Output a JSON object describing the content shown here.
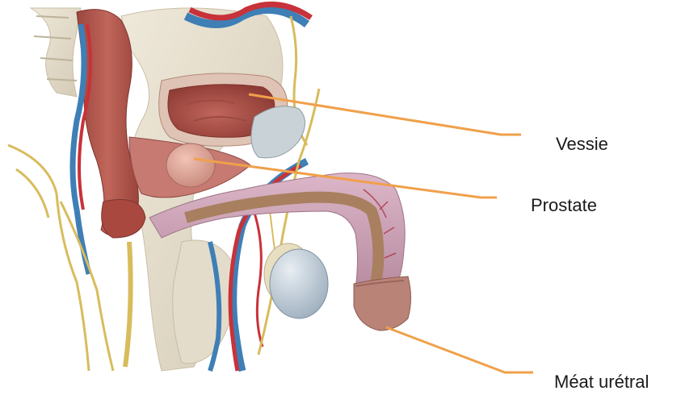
{
  "labels": {
    "vessie": "Vessie",
    "prostate": "Prostate",
    "meat": "Méat urétral"
  },
  "colors": {
    "leader": "#f0a04a",
    "muscle": "#b85a4e",
    "artery": "#c8323a",
    "vein": "#3f7fb6",
    "nerve": "#d8bc5c",
    "bone": "#e6dfcd",
    "bladder": "#a84e46",
    "prostate": "#d9a294",
    "penis": "#cfa3b4",
    "urethra": "#a88060",
    "glans": "#b98378",
    "testis": "#b7c6d2"
  }
}
